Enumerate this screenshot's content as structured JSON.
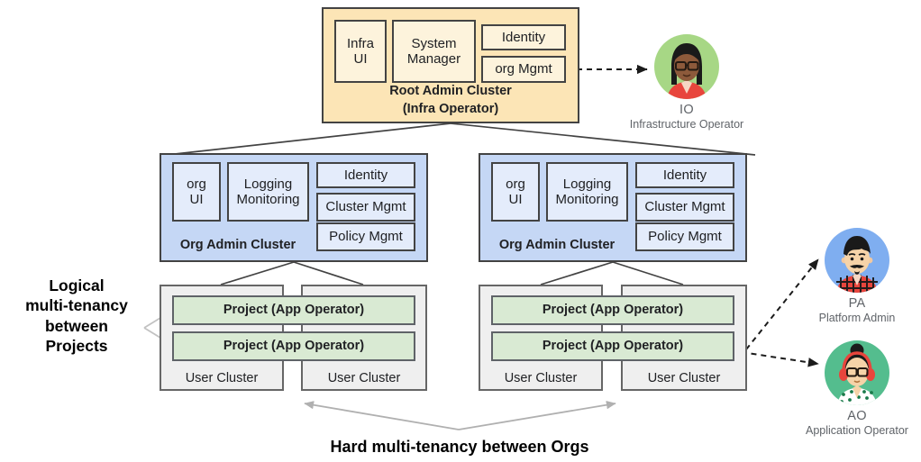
{
  "diagram": {
    "root_cluster": {
      "title_line1": "Root Admin Cluster",
      "title_line2": "(Infra Operator)",
      "fill": "#FCE5B6",
      "components": [
        {
          "label": "Infra\nUI",
          "label_l1": "Infra",
          "label_l2": "UI"
        },
        {
          "label": "System Manager",
          "label_l1": "System",
          "label_l2": "Manager"
        },
        {
          "label": "Identity"
        },
        {
          "label": "org Mgmt"
        }
      ]
    },
    "org_clusters": [
      {
        "title": "Org Admin Cluster",
        "fill": "#C5D7F5",
        "components": [
          {
            "label_l1": "org",
            "label_l2": "UI"
          },
          {
            "label_l1": "Logging",
            "label_l2": "Monitoring"
          },
          {
            "label": "Identity"
          },
          {
            "label": "Cluster Mgmt"
          },
          {
            "label": "Policy Mgmt"
          }
        ],
        "user_clusters": [
          {
            "label": "User Cluster"
          },
          {
            "label": "User Cluster"
          }
        ],
        "projects": [
          {
            "label": "Project (App Operator)"
          },
          {
            "label": "Project (App Operator)"
          }
        ]
      },
      {
        "title": "Org Admin Cluster",
        "fill": "#C5D7F5",
        "components": [
          {
            "label_l1": "org",
            "label_l2": "UI"
          },
          {
            "label_l1": "Logging",
            "label_l2": "Monitoring"
          },
          {
            "label": "Identity"
          },
          {
            "label": "Cluster Mgmt"
          },
          {
            "label": "Policy Mgmt"
          }
        ],
        "user_clusters": [
          {
            "label": "User Cluster"
          },
          {
            "label": "User Cluster"
          }
        ],
        "projects": [
          {
            "label": "Project (App Operator)"
          },
          {
            "label": "Project  (App Operator)"
          }
        ]
      }
    ],
    "annotations": {
      "left_label_l1": "Logical",
      "left_label_l2": "multi-tenancy",
      "left_label_l3": "between",
      "left_label_l4": "Projects",
      "bottom_label": "Hard multi-tenancy between Orgs"
    },
    "personas": [
      {
        "abbr": "IO",
        "role": "Infrastructure Operator",
        "circle_color": "#A7D785",
        "icon": "avatar-infrastructure-operator"
      },
      {
        "abbr": "PA",
        "role": "Platform Admin",
        "circle_color": "#7FAEF0",
        "icon": "avatar-platform-admin"
      },
      {
        "abbr": "AO",
        "role": "Application Operator",
        "circle_color": "#54BD8E",
        "icon": "avatar-application-operator"
      }
    ]
  }
}
